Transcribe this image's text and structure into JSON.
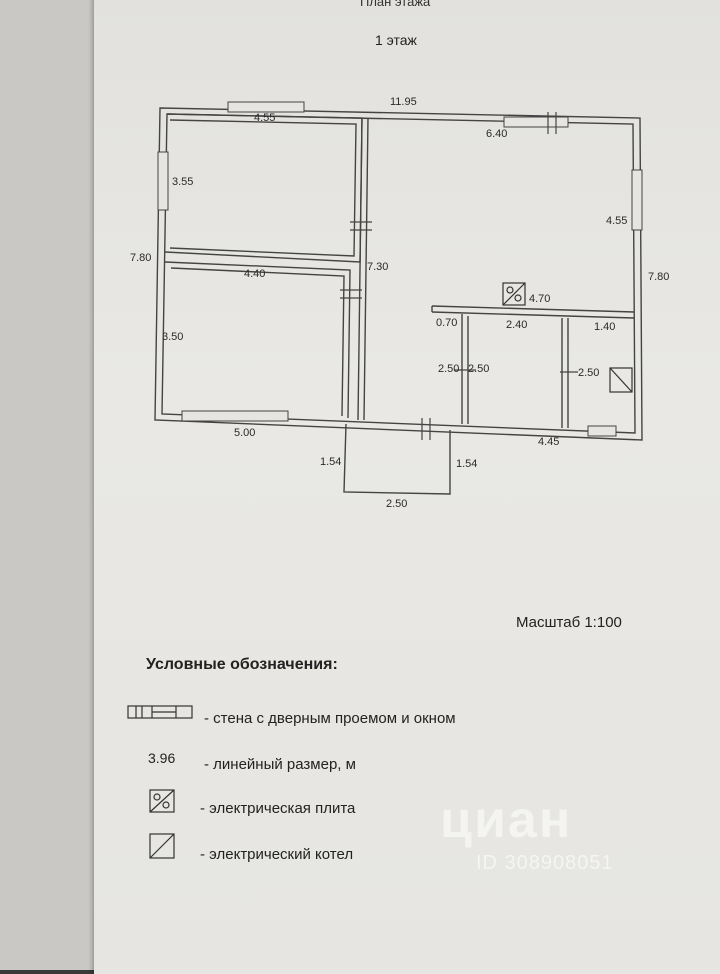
{
  "header": {
    "title": "План этажа",
    "floor": "1 этаж"
  },
  "dimensions": {
    "top_total": "11.95",
    "top_left_room": "4.55",
    "top_right_room": "6.40",
    "left_total": "7.80",
    "right_total": "7.80",
    "room1_height": "3.55",
    "room2_width": "4.40",
    "room2_height": "3.50",
    "center_height": "7.30",
    "right_upper": "4.55",
    "kitchen_len": "4.70",
    "small_wall": "0.70",
    "bath_width": "2.40",
    "boiler_width": "1.40",
    "bath_h_left": "2.50",
    "bath_h_right": "2.50",
    "boiler_h": "2.50",
    "bottom_left": "5.00",
    "bottom_right": "4.45",
    "porch_left": "1.54",
    "porch_right": "1.54",
    "porch_width": "2.50"
  },
  "scale": "Масштаб 1:100",
  "legend": {
    "title": "Условные обозначения:",
    "items": [
      {
        "text": "- стена с дверным проемом и окном"
      },
      {
        "sample": "3.96",
        "text": "- линейный размер, м"
      },
      {
        "text": "- электрическая плита"
      },
      {
        "text": "- электрический котел"
      }
    ]
  },
  "watermark": {
    "brand": "циан",
    "id": "ID 308908051"
  }
}
